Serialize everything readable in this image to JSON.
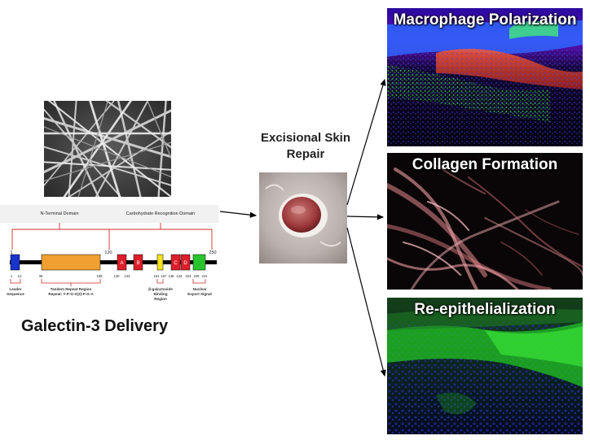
{
  "center": {
    "title_line1": "Excisional Skin",
    "title_line2": "Repair"
  },
  "left": {
    "title": "Galectin-3 Delivery"
  },
  "diagram": {
    "domain_n": "N-Terminal Domain",
    "domain_crd": "Carbohydrate Recognition Domain",
    "pos_1": "1",
    "pos_120": "120",
    "pos_250": "250",
    "ticks": [
      "1",
      "12",
      "36",
      "109",
      "130",
      "144",
      "151",
      "157",
      "138",
      "144",
      "224",
      "226",
      "241"
    ],
    "box_a": "A",
    "box_b": "B",
    "box_c": "C",
    "box_d": "D",
    "label_leader_1": "Leader",
    "label_leader_2": "Sequence",
    "label_tandem_1": "Tandem Repeat Region",
    "label_tandem_2": "Repeat: Y-P-G-X(3)-P-G-A",
    "label_beta_1": "β-galactoside",
    "label_beta_2": "Binding",
    "label_beta_3": "Region",
    "label_nes_1": "Nuclear",
    "label_nes_2": "Export Signal",
    "colors": {
      "leader": "#1a33cc",
      "tandem": "#f0a030",
      "crd": "#dd1f2c",
      "beta": "#f4e21a",
      "nes": "#29c42c",
      "bracket": "#d42a2a"
    }
  },
  "panels": [
    {
      "title": "Macrophage Polarization"
    },
    {
      "title": "Collagen Formation"
    },
    {
      "title": "Re-epithelialization"
    }
  ]
}
